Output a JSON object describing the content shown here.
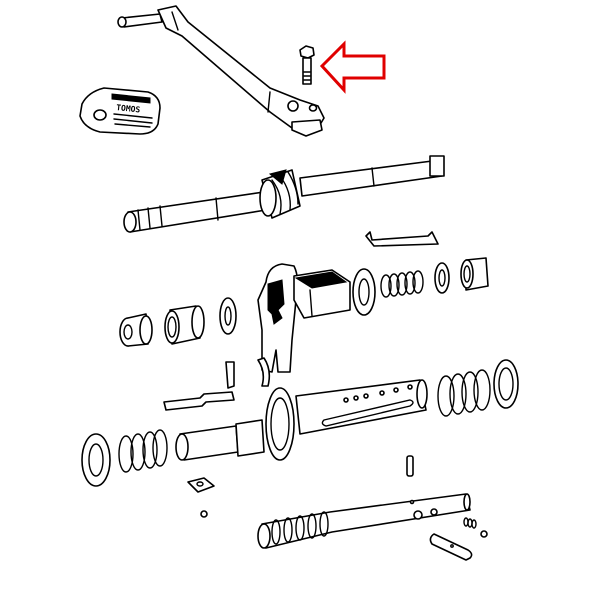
{
  "diagram": {
    "type": "exploded-parts-view",
    "subject": "gearshift assembly",
    "background": "#ffffff",
    "line_color": "#000000",
    "highlight": {
      "shape": "outlined-arrow",
      "direction": "left",
      "color": "#e00000",
      "points_to": "bolt"
    },
    "pedal": {
      "brand_text": "TOMOS"
    },
    "parts": [
      "shift lever arm",
      "bolt",
      "shift pedal rubber",
      "splined shaft with helical gear",
      "wire clip",
      "bushing",
      "sleeve",
      "washer",
      "shift fork",
      "selector box",
      "large washer",
      "small spring",
      "thin washer",
      "short bushing",
      "flat key",
      "curved guide",
      "main selector shaft with collar",
      "large spring",
      "oil seal",
      "square nut",
      "dowel pin",
      "ball",
      "threaded selector rod",
      "detent spring",
      "detent ball",
      "lock pin"
    ]
  }
}
